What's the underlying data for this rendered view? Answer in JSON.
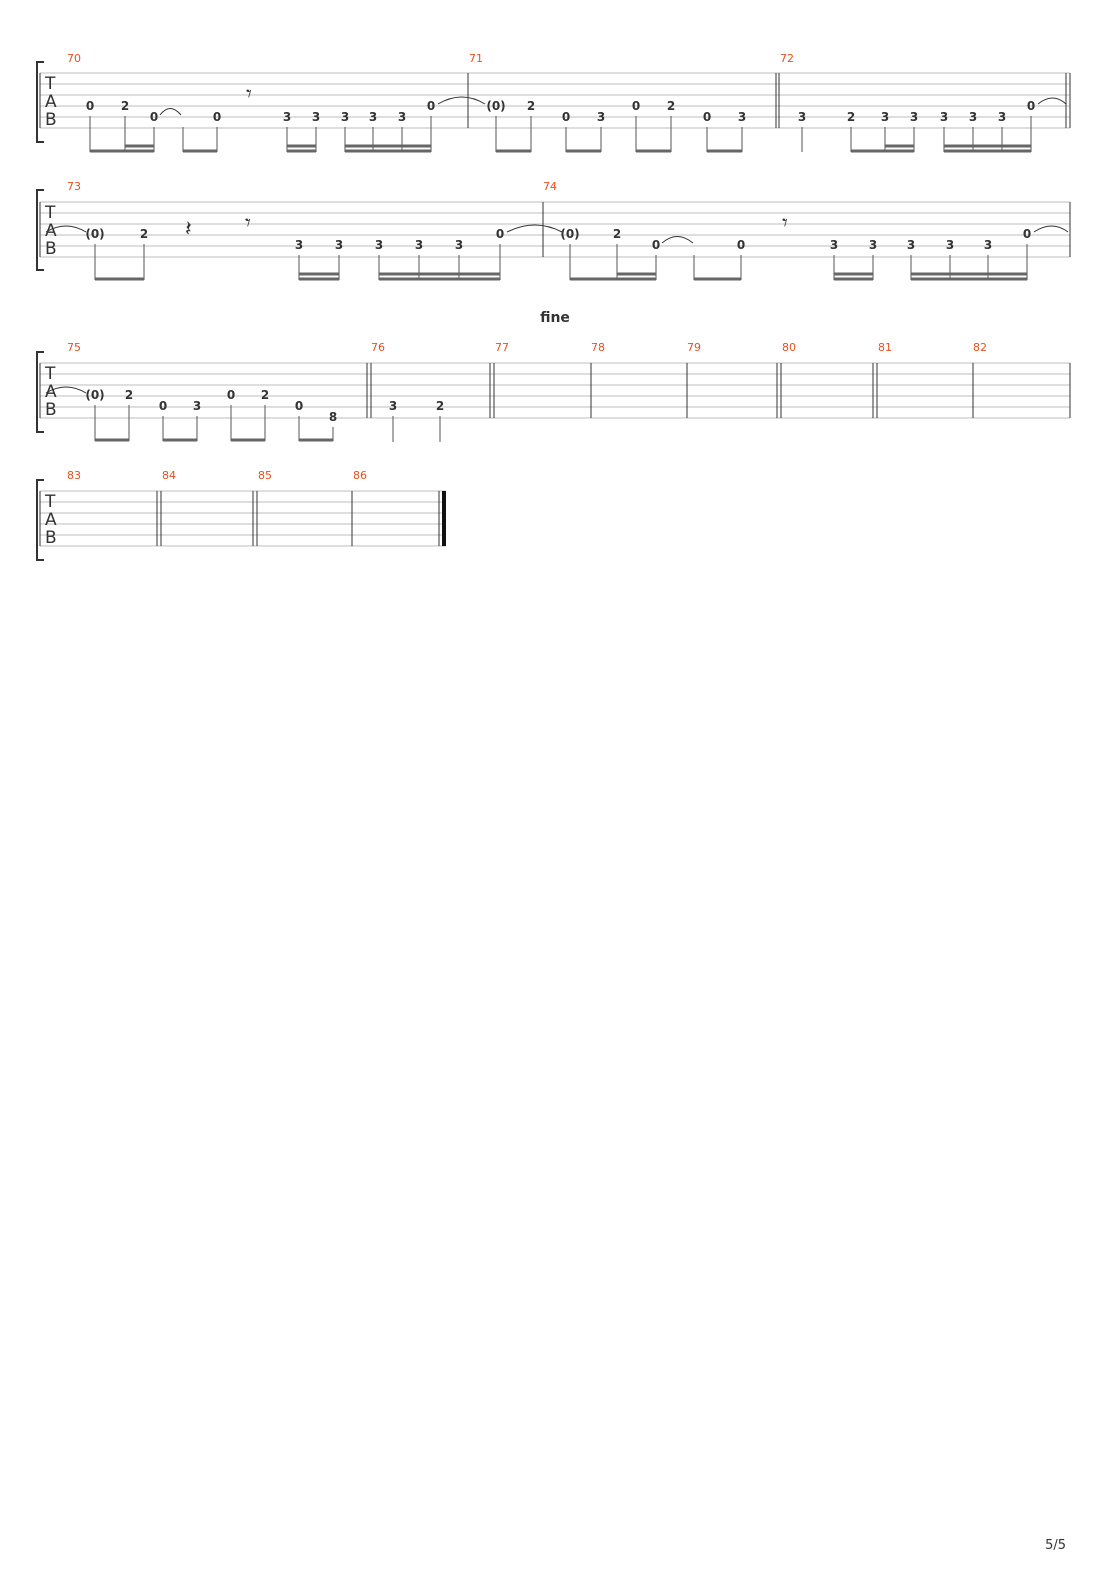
{
  "page": {
    "number_label": "5/5"
  },
  "annotation": {
    "fine": "fine"
  },
  "clef": [
    "T",
    "A",
    "B"
  ],
  "measure_numbers": [
    "70",
    "71",
    "72",
    "73",
    "74",
    "75",
    "76",
    "77",
    "78",
    "79",
    "80",
    "81",
    "82",
    "83",
    "84",
    "85",
    "86"
  ],
  "systems": [
    {
      "measures": [
        {
          "number": "70",
          "notes": [
            {
              "string": 3,
              "fret": "0"
            },
            {
              "string": 3,
              "fret": "2"
            },
            {
              "string": 4,
              "fret": "0"
            },
            {
              "string": 4,
              "fret": "0"
            },
            {
              "rest": "eighth"
            },
            {
              "string": 4,
              "fret": "3"
            },
            {
              "string": 4,
              "fret": "3"
            },
            {
              "string": 4,
              "fret": "3"
            },
            {
              "string": 4,
              "fret": "3"
            },
            {
              "string": 4,
              "fret": "3"
            },
            {
              "string": 3,
              "fret": "0"
            }
          ]
        },
        {
          "number": "71",
          "notes": [
            {
              "string": 3,
              "fret": "(0)"
            },
            {
              "string": 3,
              "fret": "2"
            },
            {
              "string": 4,
              "fret": "0"
            },
            {
              "string": 4,
              "fret": "3"
            },
            {
              "string": 3,
              "fret": "0"
            },
            {
              "string": 3,
              "fret": "2"
            },
            {
              "string": 4,
              "fret": "0"
            },
            {
              "string": 4,
              "fret": "3"
            }
          ]
        },
        {
          "number": "72",
          "notes": [
            {
              "string": 4,
              "fret": "3"
            },
            {
              "string": 4,
              "fret": "2"
            },
            {
              "string": 4,
              "fret": "3"
            },
            {
              "string": 4,
              "fret": "3"
            },
            {
              "string": 4,
              "fret": "3"
            },
            {
              "string": 4,
              "fret": "3"
            },
            {
              "string": 4,
              "fret": "3"
            },
            {
              "string": 3,
              "fret": "0"
            }
          ]
        }
      ]
    },
    {
      "measures": [
        {
          "number": "73",
          "notes": [
            {
              "string": 3,
              "fret": "(0)"
            },
            {
              "string": 3,
              "fret": "2"
            },
            {
              "rest": "quarter"
            },
            {
              "rest": "eighth"
            },
            {
              "string": 4,
              "fret": "3"
            },
            {
              "string": 4,
              "fret": "3"
            },
            {
              "string": 4,
              "fret": "3"
            },
            {
              "string": 4,
              "fret": "3"
            },
            {
              "string": 4,
              "fret": "3"
            },
            {
              "string": 3,
              "fret": "0"
            }
          ]
        },
        {
          "number": "74",
          "notes": [
            {
              "string": 3,
              "fret": "(0)"
            },
            {
              "string": 3,
              "fret": "2"
            },
            {
              "string": 4,
              "fret": "0"
            },
            {
              "string": 4,
              "fret": "0"
            },
            {
              "rest": "eighth"
            },
            {
              "string": 4,
              "fret": "3"
            },
            {
              "string": 4,
              "fret": "3"
            },
            {
              "string": 4,
              "fret": "3"
            },
            {
              "string": 4,
              "fret": "3"
            },
            {
              "string": 4,
              "fret": "3"
            },
            {
              "string": 3,
              "fret": "0"
            }
          ]
        }
      ]
    },
    {
      "measures": [
        {
          "number": "75",
          "notes": [
            {
              "string": 3,
              "fret": "(0)"
            },
            {
              "string": 3,
              "fret": "2"
            },
            {
              "string": 4,
              "fret": "0"
            },
            {
              "string": 4,
              "fret": "3"
            },
            {
              "string": 3,
              "fret": "0"
            },
            {
              "string": 3,
              "fret": "2"
            },
            {
              "string": 4,
              "fret": "0"
            },
            {
              "string": 5,
              "fret": "8"
            }
          ]
        },
        {
          "number": "76",
          "notes": [
            {
              "string": 4,
              "fret": "3"
            },
            {
              "string": 4,
              "fret": "2"
            }
          ]
        },
        {
          "number": "77",
          "notes": []
        },
        {
          "number": "78",
          "notes": []
        },
        {
          "number": "79",
          "notes": []
        },
        {
          "number": "80",
          "notes": []
        },
        {
          "number": "81",
          "notes": []
        },
        {
          "number": "82",
          "notes": []
        }
      ]
    },
    {
      "measures": [
        {
          "number": "83",
          "notes": []
        },
        {
          "number": "84",
          "notes": []
        },
        {
          "number": "85",
          "notes": []
        },
        {
          "number": "86",
          "notes": []
        }
      ]
    }
  ]
}
